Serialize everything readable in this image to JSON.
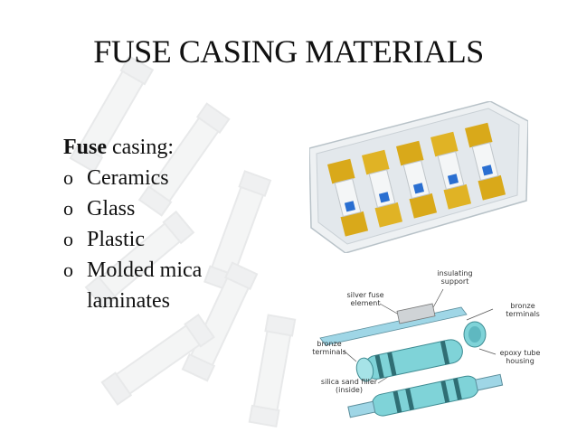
{
  "slide": {
    "title": "FUSE CASING MATERIALS",
    "heading": {
      "bold": "Fuse",
      "rest": " casing:"
    },
    "bullet_symbol": "o",
    "items": [
      {
        "label": "Ceramics"
      },
      {
        "label": "Glass"
      },
      {
        "label": "Plastic"
      },
      {
        "label": "Molded mica laminates"
      }
    ]
  },
  "diagram": {
    "labels": {
      "insulating_support": "insulating support",
      "silver_fuse_element": "silver fuse element",
      "bronze_terminals_right": "bronze terminals",
      "bronze_terminals_left": "bronze terminals",
      "epoxy_tube_housing": "epoxy tube housing",
      "silica_sand_filler": "silica sand filler (inside)"
    }
  },
  "colors": {
    "title_text": "#111111",
    "gold": "#d9a91a",
    "blue_tab": "#2a6fd1",
    "housing_teal": "#7fd3d8",
    "terminal_blue": "#9fd6e6"
  }
}
